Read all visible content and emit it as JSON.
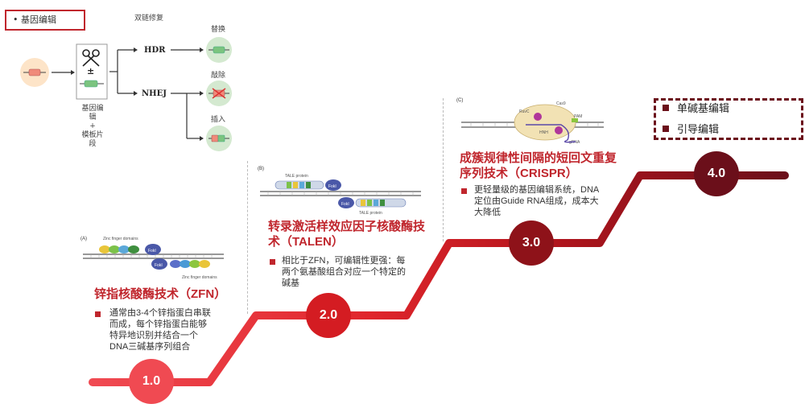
{
  "header": {
    "bullet": "•",
    "label": "基因编辑"
  },
  "schematic": {
    "scissors_caption_1": "基因编辑",
    "scissors_caption_2": "+",
    "scissors_caption_3": "模板片段",
    "dsb_title": "双链修复",
    "hdr": "HDR",
    "nhej": "NHEJ",
    "replace": "替换",
    "knockout": "敲除",
    "insert": "插入",
    "plus_minus": "±"
  },
  "stages": [
    {
      "number": "1.0",
      "panel_label": "(A)",
      "title": "锌指核酸酶技术（ZFN）",
      "desc_lines": [
        "通常由3-4个锌指蛋白串联",
        "而成，每个锌指蛋白能够",
        "特异地识别并结合一个",
        "DNA三碱基序列组合"
      ],
      "diagram_labels": [
        "Zinc finger domains",
        "FokI",
        "FokI",
        "Zinc finger domains"
      ]
    },
    {
      "number": "2.0",
      "panel_label": "(B)",
      "title_lines": [
        "转录激活样效应因子核酸酶技",
        "术（TALEN）"
      ],
      "desc_lines": [
        "相比于ZFN，可编辑性更强：每",
        "两个氨基酸组合对应一个特定的",
        "碱基"
      ],
      "diagram_labels": [
        "TALE protein",
        "FokI",
        "FokI",
        "TALE protein"
      ]
    },
    {
      "number": "3.0",
      "panel_label": "(C)",
      "title_lines": [
        "成簇规律性间隔的短回文重复",
        "序列技术（CRISPR）"
      ],
      "desc_lines": [
        "更轻量级的基因编辑系统，DNA",
        "定位由Guide RNA组成，成本大",
        "大降低"
      ],
      "diagram_labels": [
        "Cas9",
        "RuvC",
        "HNH",
        "PAM",
        "gRNA"
      ]
    },
    {
      "number": "4.0",
      "future_items": [
        "单碱基编辑",
        "引导编辑"
      ]
    }
  ],
  "colors": {
    "stage1": "#f04a52",
    "stage2": "#d41c22",
    "stage3": "#8e1219",
    "stage4": "#6b0f1a",
    "accent": "#c0262d"
  }
}
